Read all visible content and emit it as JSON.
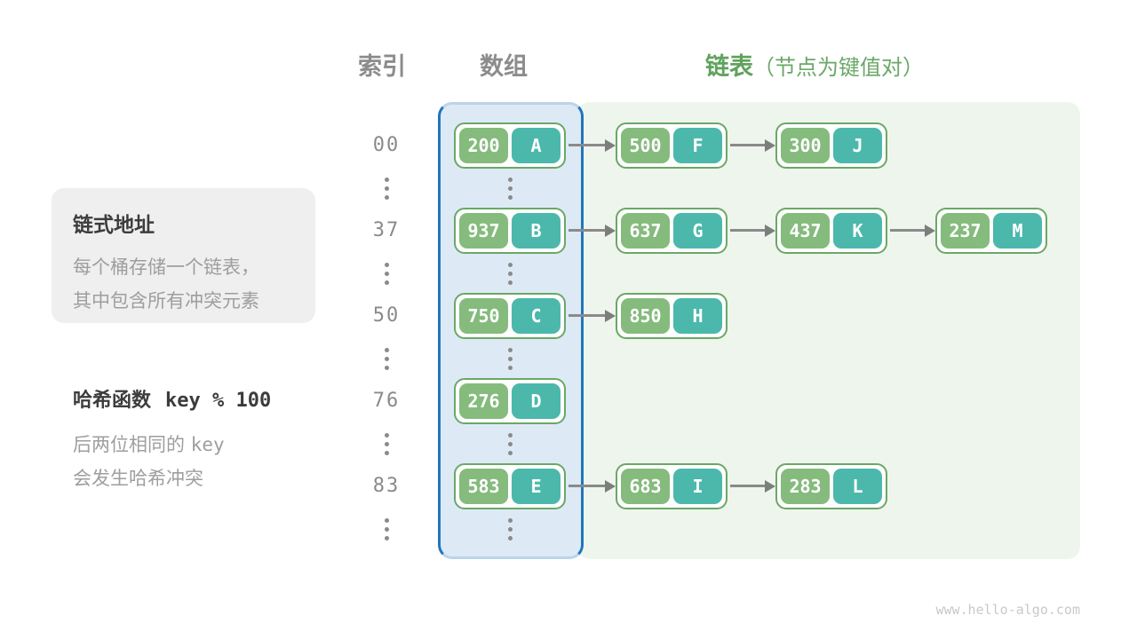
{
  "header": {
    "index_label": "索引",
    "array_label": "数组",
    "list_label": "链表",
    "list_note": "（节点为键值对）"
  },
  "info_box": {
    "title": "链式地址",
    "line1": "每个桶存储一个链表，",
    "line2": "其中包含所有冲突元素"
  },
  "hash_note": {
    "title": "哈希函数",
    "formula": "key % 100",
    "line1_text": "后两位相同的",
    "line1_key": "key",
    "line2": "会发生哈希冲突"
  },
  "rows": [
    {
      "index": "00",
      "nodes": [
        {
          "key": "200",
          "value": "A"
        },
        {
          "key": "500",
          "value": "F"
        },
        {
          "key": "300",
          "value": "J"
        }
      ]
    },
    {
      "index": "37",
      "nodes": [
        {
          "key": "937",
          "value": "B"
        },
        {
          "key": "637",
          "value": "G"
        },
        {
          "key": "437",
          "value": "K"
        },
        {
          "key": "237",
          "value": "M"
        }
      ]
    },
    {
      "index": "50",
      "nodes": [
        {
          "key": "750",
          "value": "C"
        },
        {
          "key": "850",
          "value": "H"
        }
      ]
    },
    {
      "index": "76",
      "nodes": [
        {
          "key": "276",
          "value": "D"
        }
      ]
    },
    {
      "index": "83",
      "nodes": [
        {
          "key": "583",
          "value": "E"
        },
        {
          "key": "683",
          "value": "I"
        },
        {
          "key": "283",
          "value": "L"
        }
      ]
    }
  ],
  "watermark": "www.hello-algo.com",
  "colors": {
    "key_cell": "#85bb7d",
    "value_cell": "#4cb8ac",
    "node_border": "#6aa865",
    "array_fill": "#ddeaf6",
    "array_border": "#2176bd",
    "list_fill": "#eef5ed",
    "green_text": "#5fa25c",
    "gray_text": "#8c8c8c",
    "arrow": "#8a8a8a"
  }
}
